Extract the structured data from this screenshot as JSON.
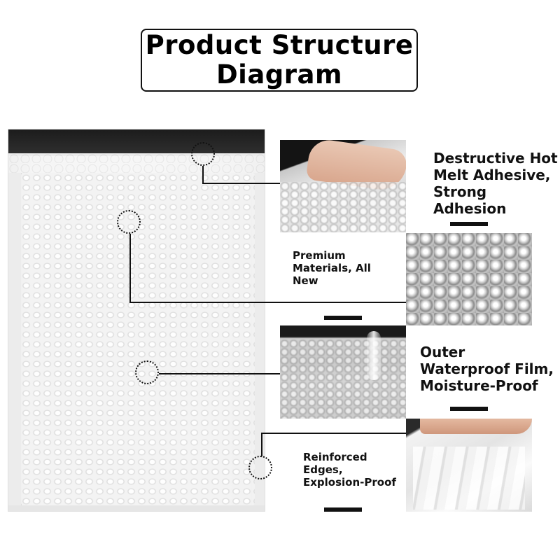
{
  "title": "Product Structure\nDiagram",
  "callouts": [
    {
      "id": "adhesive",
      "label": "Destructive Hot\nMelt Adhesive,\nStrong\nAdhesion"
    },
    {
      "id": "materials",
      "label": "Premium\nMaterials, All\nNew"
    },
    {
      "id": "film",
      "label": "Outer\nWaterproof Film,\nMoisture-Proof"
    },
    {
      "id": "edges",
      "label": "Reinforced\nEdges,\nExplosion-Proof"
    }
  ],
  "colors": {
    "line": "#111111",
    "background": "#ffffff",
    "strip": "#1c1c1c"
  }
}
